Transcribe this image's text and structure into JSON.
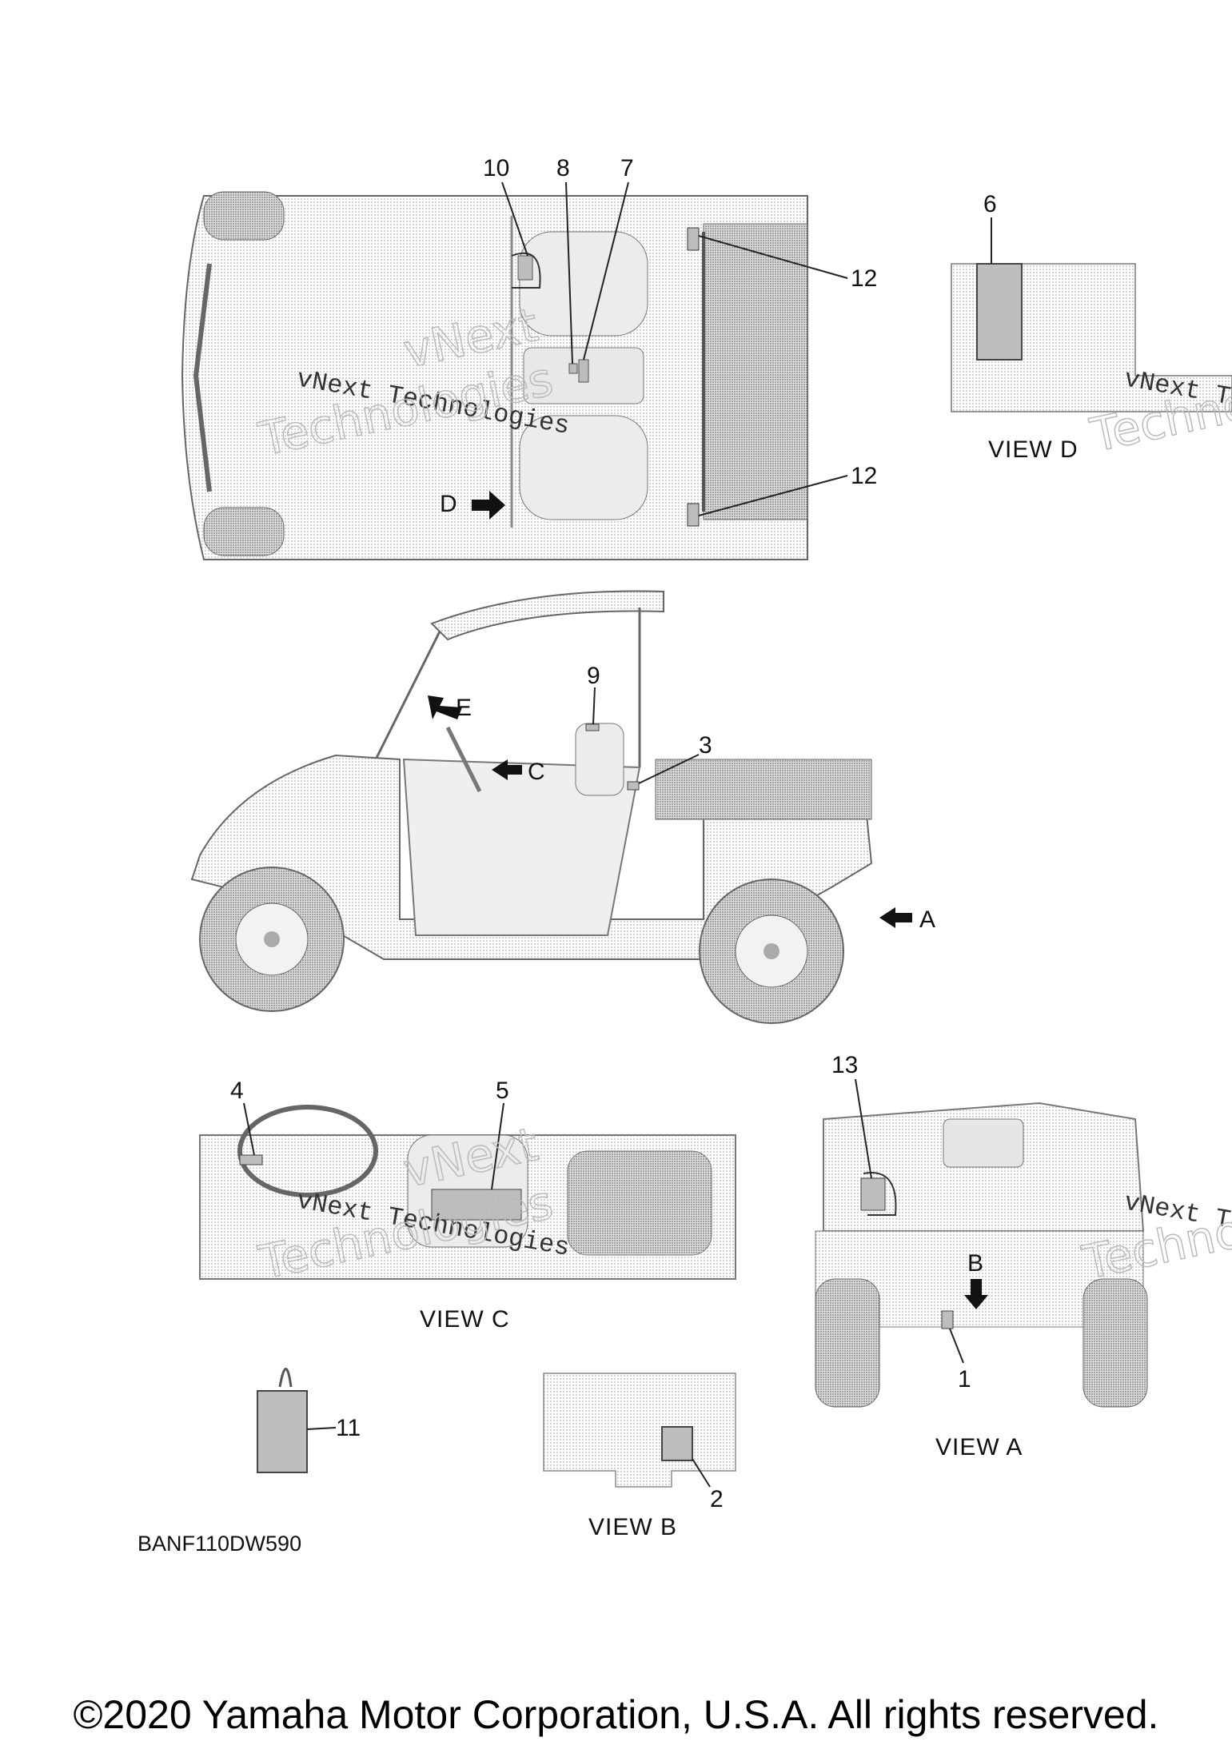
{
  "diagram": {
    "callouts": {
      "c1": "1",
      "c2": "2",
      "c3": "3",
      "c4": "4",
      "c5": "5",
      "c6": "6",
      "c7": "7",
      "c8": "8",
      "c9": "9",
      "c10": "10",
      "c11": "11",
      "c12a": "12",
      "c12b": "12",
      "c13": "13"
    },
    "view_labels": {
      "view_a": "VIEW A",
      "view_b": "VIEW B",
      "view_c": "VIEW C",
      "view_d": "VIEW D"
    },
    "arrow_letters": {
      "a": "A",
      "b": "B",
      "c": "C",
      "d": "D",
      "e": "E"
    },
    "watermark": {
      "company": "vNext Technologies",
      "short_top": "vNext",
      "short_bottom": "Technologies"
    },
    "drawing_code": "BANF110DW590"
  },
  "footer": {
    "copyright": "©2020 Yamaha Motor Corporation, U.S.A. All rights reserved."
  },
  "colors": {
    "line": "#555555",
    "label_fill": "#bdbdbd",
    "arrow": "#111111"
  }
}
